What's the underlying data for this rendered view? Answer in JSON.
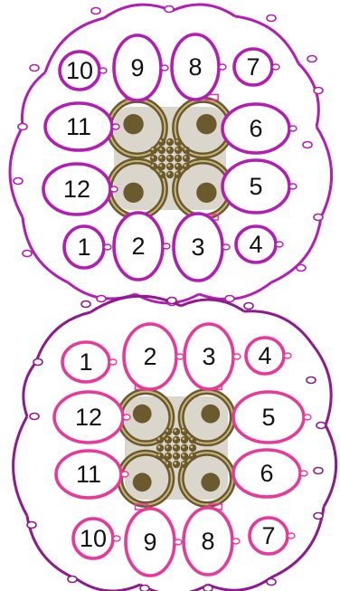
{
  "colors": {
    "background": "#ffffff",
    "top_motif": "#b41db4",
    "bottom_inner": "#e8399a",
    "bottom_outer": "#8e1a8e",
    "connector_bead_metal": "#6b5a2e",
    "connector_bead_highlight": "#c9b67a",
    "label_text": "#111111"
  },
  "motifs": [
    {
      "id": "top",
      "connector_icon": "antique-brass-connector",
      "rings": [
        {
          "label": "1"
        },
        {
          "label": "2"
        },
        {
          "label": "3"
        },
        {
          "label": "4"
        },
        {
          "label": "5"
        },
        {
          "label": "6"
        },
        {
          "label": "7"
        },
        {
          "label": "8"
        },
        {
          "label": "9"
        },
        {
          "label": "10"
        },
        {
          "label": "11"
        },
        {
          "label": "12"
        }
      ]
    },
    {
      "id": "bottom",
      "connector_icon": "antique-brass-connector",
      "rings": [
        {
          "label": "1"
        },
        {
          "label": "2"
        },
        {
          "label": "3"
        },
        {
          "label": "4"
        },
        {
          "label": "5"
        },
        {
          "label": "6"
        },
        {
          "label": "7"
        },
        {
          "label": "8"
        },
        {
          "label": "9"
        },
        {
          "label": "10"
        },
        {
          "label": "11"
        },
        {
          "label": "12"
        }
      ]
    }
  ]
}
